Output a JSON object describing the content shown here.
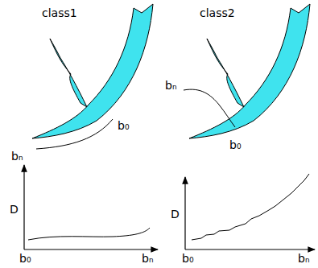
{
  "diagram": {
    "labels": [
      "class1",
      "bₙ",
      "b₀",
      "class2",
      "bₙ",
      "b₀",
      "D",
      "b₀",
      "bₙ",
      "D",
      "b₀",
      "bₙ"
    ]
  }
}
